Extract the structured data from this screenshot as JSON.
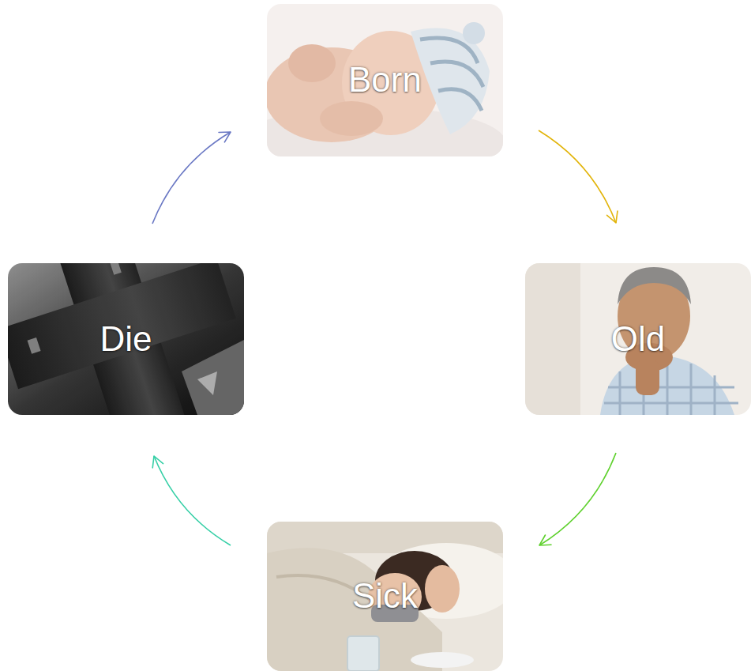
{
  "diagram": {
    "nodes": [
      {
        "text": [
          "Born"
        ]
      },
      {
        "text": [
          "Old"
        ]
      },
      {
        "text": [
          "Sick"
        ]
      },
      {
        "text": [
          "Die"
        ]
      }
    ],
    "edges": [
      {
        "from": 0,
        "to": 1,
        "arrow": "to"
      },
      {
        "from": 1,
        "to": 2,
        "arrow": "to"
      },
      {
        "from": 2,
        "to": 3,
        "arrow": "to"
      },
      {
        "from": 3,
        "to": 0,
        "arrow": "to"
      }
    ]
  }
}
